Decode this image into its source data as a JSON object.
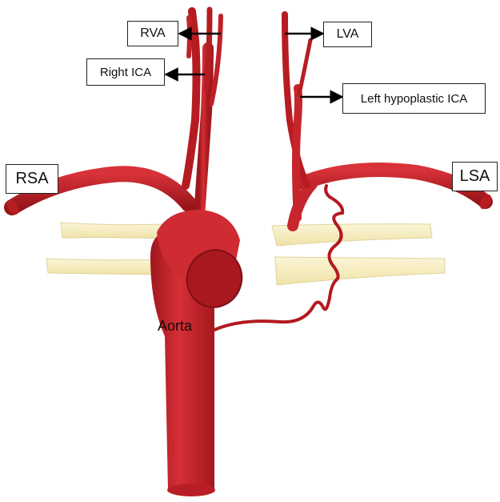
{
  "labels": {
    "rva": "RVA",
    "lva": "LVA",
    "right_ica": "Right ICA",
    "left_hypoplastic_ica": "Left hypoplastic ICA",
    "rsa": "RSA",
    "lsa": "LSA",
    "aorta": "Aorta"
  },
  "colors": {
    "vessel": "#c8232b",
    "vessel_dark": "#8f1519",
    "vessel_highlight": "#e4474d",
    "bone": "#f7efc2",
    "bone_edge": "#d8cc94",
    "arrow": "#000000"
  }
}
